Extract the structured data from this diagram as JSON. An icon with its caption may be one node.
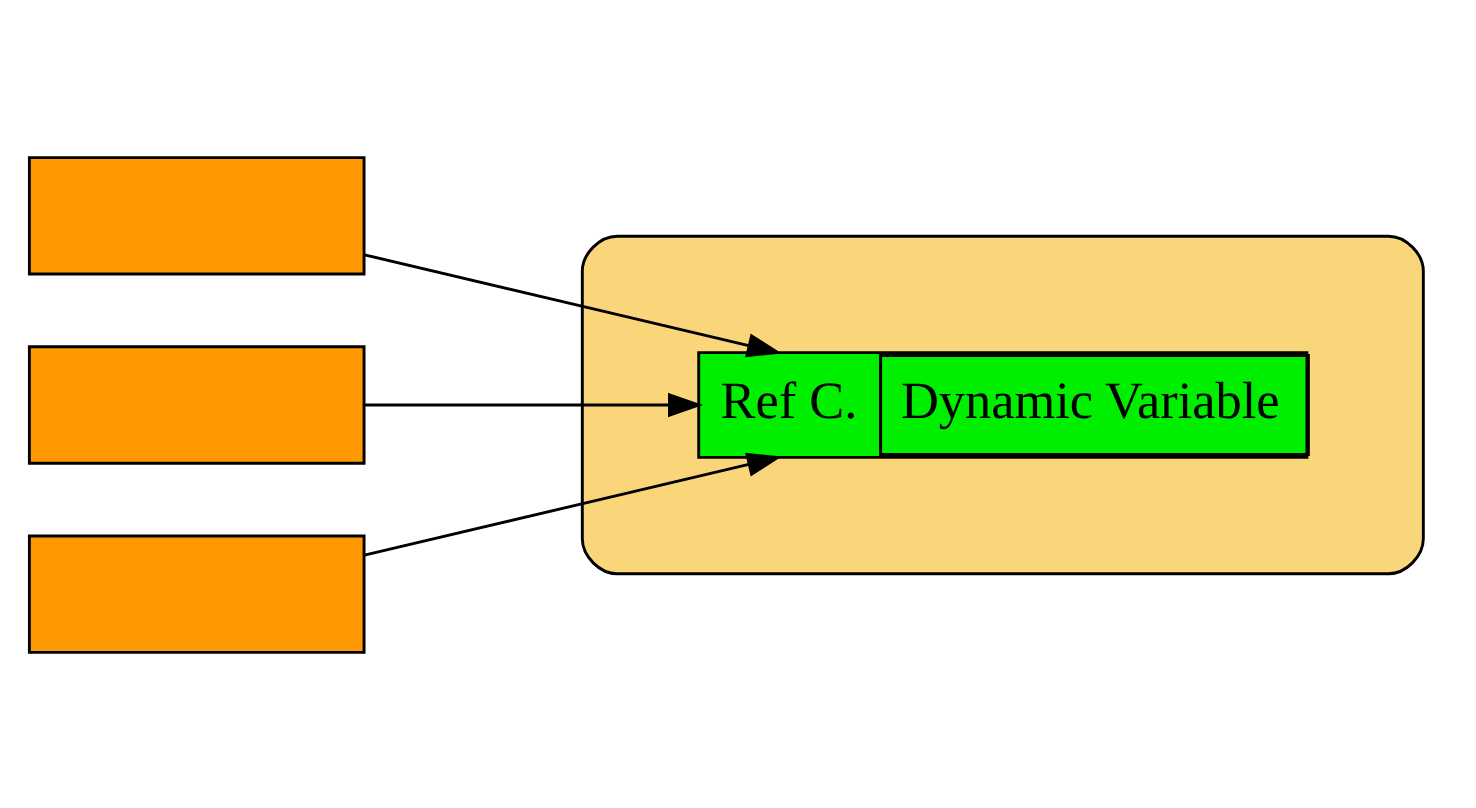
{
  "diagram": {
    "nodes": [
      {
        "text": [],
        "shape": "box"
      },
      {
        "text": [],
        "shape": "box"
      },
      {
        "text": [],
        "shape": "box"
      },
      {
        "text": [],
        "shape": "cloud"
      },
      {
        "text": [
          "Ref C.",
          "Dynamic Variable"
        ],
        "in": 3
      }
    ],
    "edges": [
      {
        "from": 0,
        "to": 4,
        "arrow": "to"
      },
      {
        "from": 1,
        "to": 4,
        "arrow": "to"
      },
      {
        "from": 2,
        "to": 4,
        "arrow": "to"
      }
    ]
  }
}
